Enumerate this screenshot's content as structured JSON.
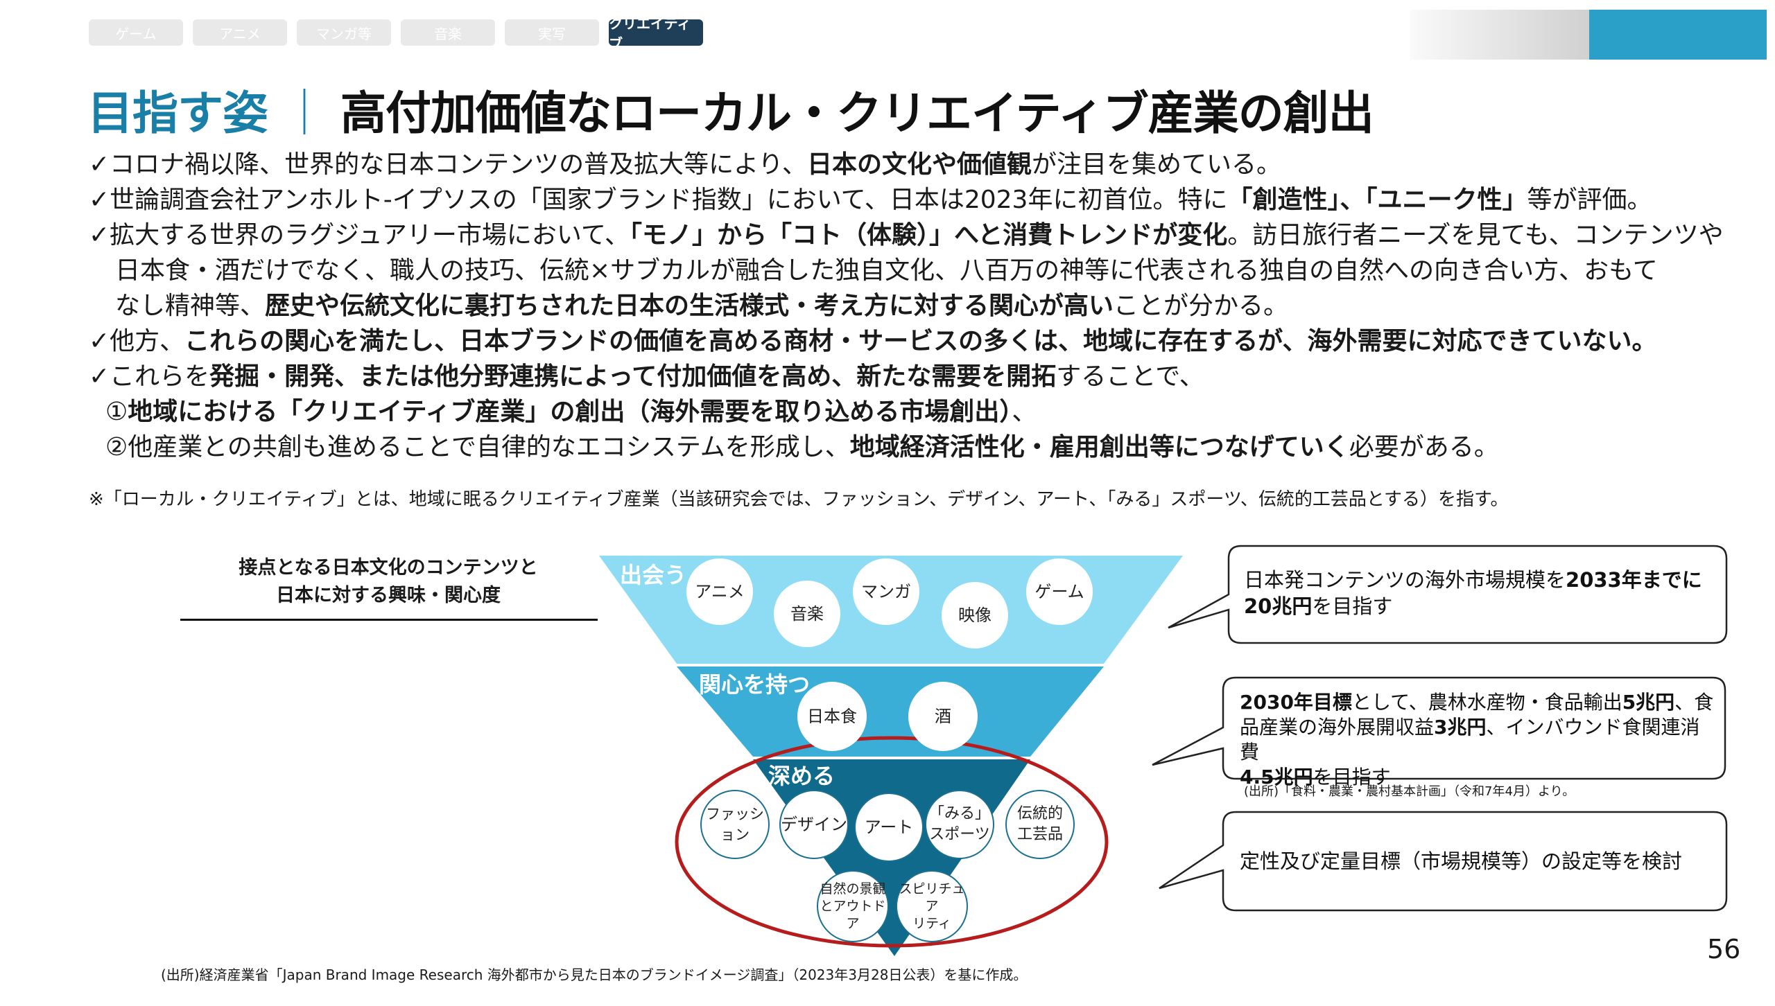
{
  "tabs": [
    "ゲーム",
    "アニメ",
    "マンガ等",
    "音楽",
    "実写",
    "クリエイティブ"
  ],
  "title": {
    "lead": "目指す姿",
    "separator": "｜",
    "main": "高付加価値なローカル・クリエイティブ産業の創出"
  },
  "body": {
    "l1": [
      "✓コロナ禍以降、世界的な日本コンテンツの普及拡大等により、",
      "日本の文化や価値観",
      "が注目を集めている。"
    ],
    "l2": [
      "✓世論調査会社アンホルト-イプソスの「国家ブランド指数」において、日本は2023年に初首位。特に",
      "「創造性」、「ユニーク性」",
      "等が評価。"
    ],
    "l3": [
      "✓拡大する世界のラグジュアリー市場において、",
      "「モノ」から「コト（体験）」へと消費トレンドが変化",
      "。訪日旅行者ニーズを見ても、コンテンツや"
    ],
    "l4": "日本食・酒だけでなく、職人の技巧、伝統×サブカルが融合した独自文化、八百万の神等に代表される独自の自然への向き合い方、おもて",
    "l5": [
      "なし精神等、",
      "歴史や伝統文化に裏打ちされた日本の生活様式・考え方に対する関心が高い",
      "ことが分かる。"
    ],
    "l6": [
      "✓他方、",
      "これらの関心を満たし、日本ブランドの価値を高める商材・サービスの多くは、地域に存在するが、海外需要に対応できていない。"
    ],
    "l7": [
      "✓これらを",
      "発掘・開発、または他分野連携によって付加価値を高め、新たな需要を開拓",
      "することで、"
    ],
    "l8": [
      "①",
      "地域における「クリエイティブ産業」の創出（海外需要を取り込める市場創出）",
      "、"
    ],
    "l9": [
      "②他産業との共創も進めることで自律的なエコシステムを形成し、",
      "地域経済活性化・雇用創出等につなげていく",
      "必要がある。"
    ]
  },
  "note": "※「ローカル・クリエイティブ」とは、地域に眠るクリエイティブ産業（当該研究会では、ファッション、デザイン、アート、「みる」スポーツ、伝統的工芸品とする）を指す。",
  "left_label": [
    "接点となる日本文化のコンテンツと",
    "日本に対する興味・関心度"
  ],
  "funnel": {
    "tier1": {
      "label": "出会う",
      "items": [
        "アニメ",
        "音楽",
        "マンガ",
        "映像",
        "ゲーム"
      ]
    },
    "tier2": {
      "label": "関心を持つ",
      "items": [
        "日本食",
        "酒"
      ]
    },
    "tier3": {
      "label": "深める",
      "items": [
        "ファッション",
        "デザイン",
        "アート",
        "「みる」",
        "スポーツ",
        "伝統的",
        "工芸品",
        "自然の景観",
        "とアウトドア",
        "スピリチュア",
        "リティ"
      ]
    },
    "colors": {
      "tier1": "#8edcf4",
      "tier2": "#3aaed6",
      "tier3": "#0f6a8c",
      "ellipse": "#b71c1c"
    }
  },
  "callouts": {
    "c1": [
      "日本発コンテンツの海外市場規模を",
      "2033年までに",
      "20兆円",
      "を目指す"
    ],
    "c2": [
      "2030年目標",
      "として、農林水産物・食品輸出",
      "5兆円",
      "、食",
      "品産業の海外展開収益",
      "3兆円",
      "、インバウンド食関連消費",
      "4.5兆円",
      "を目指す"
    ],
    "c2_source": "(出所)「食料・農業・農村基本計画」（令和7年4月）より。",
    "c3": "定性及び定量目標（市場規模等）の設定等を検討"
  },
  "source_bottom": "(出所)経済産業省「Japan Brand Image Research 海外都市から見た日本のブランドイメージ調査」（2023年3月28日公表）を基に作成。",
  "page_number": "56"
}
